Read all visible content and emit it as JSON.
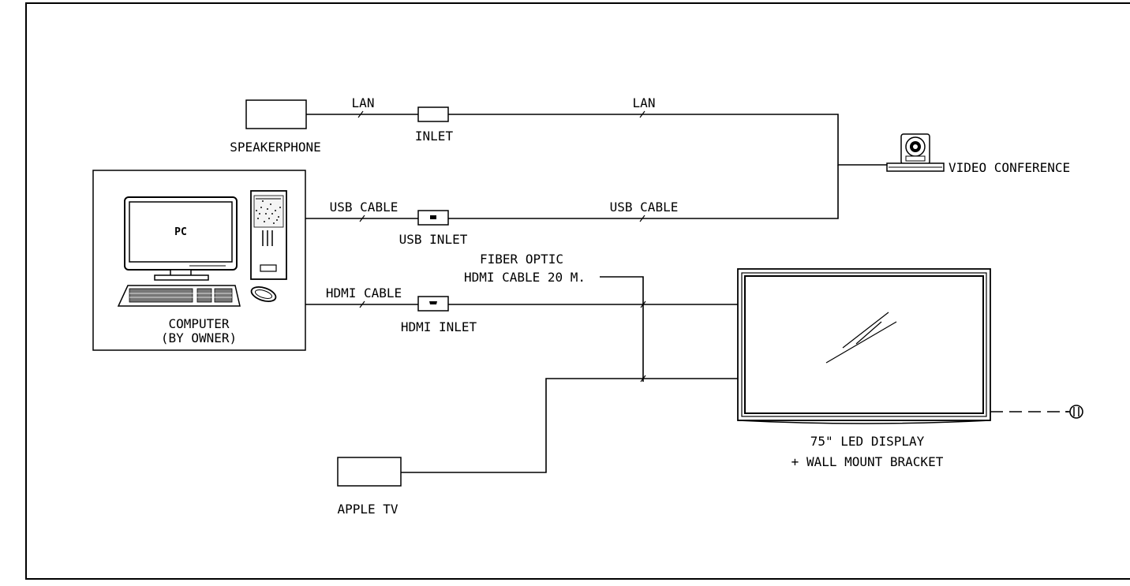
{
  "devices": {
    "speakerphone": "SPEAKERPHONE",
    "video_conference": "VIDEO CONFERENCE",
    "computer_line1": "COMPUTER",
    "computer_line2": "(BY OWNER)",
    "pc_screen": "PC",
    "display_line1": "75\" LED DISPLAY",
    "display_line2": "+ WALL MOUNT BRACKET",
    "apple_tv": "APPLE TV"
  },
  "inlets": {
    "lan_inlet": "INLET",
    "usb_inlet": "USB INLET",
    "hdmi_inlet": "HDMI INLET"
  },
  "cables": {
    "lan_1": "LAN",
    "lan_2": "LAN",
    "usb_1": "USB CABLE",
    "usb_2": "USB CABLE",
    "hdmi_1": "HDMI CABLE",
    "fiber_line1": "FIBER OPTIC",
    "fiber_line2": "HDMI CABLE 20 M."
  }
}
